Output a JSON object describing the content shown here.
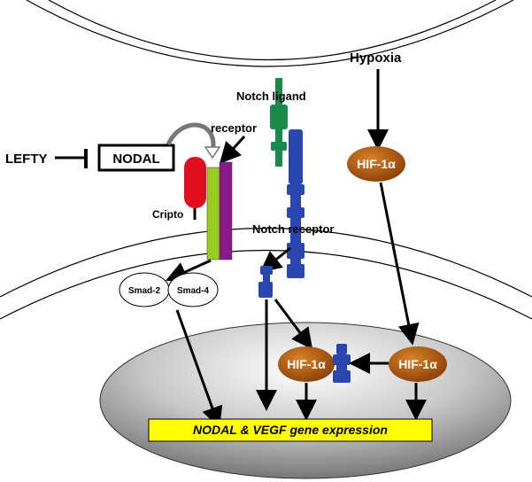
{
  "labels": {
    "hypoxia": "Hypoxia",
    "notch_ligand": "Notch ligand",
    "receptor": "receptor",
    "lefty": "LEFTY",
    "nodal": "NODAL",
    "cripto": "Cripto",
    "notch_receptor": "Notch receptor",
    "smad2": "Smad-2",
    "smad4": "Smad-4",
    "hif_top": "HIF-1α",
    "hif_mid": "HIF-1α",
    "hif_right": "HIF-1α",
    "gene_expression": "NODAL & VEGF gene expression"
  },
  "colors": {
    "notch_ligand": "#1a8a4a",
    "notch_receptor": "#2a47b0",
    "cripto": "#e01020",
    "receptor_green": "#99cc22",
    "receptor_purple": "#8a1a8a",
    "hif": "#b35a10",
    "gene_box": "#ffff00",
    "nucleus": "#bbbbbb"
  }
}
